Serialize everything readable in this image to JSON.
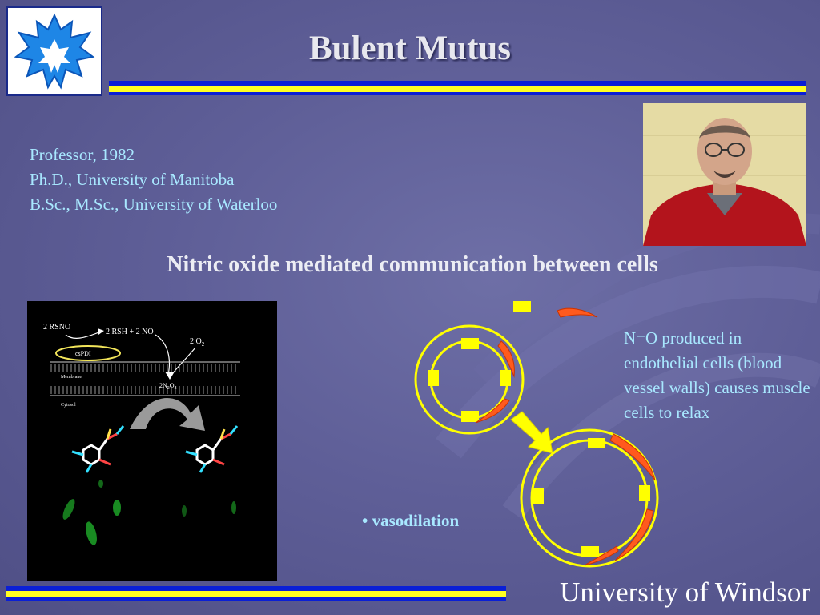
{
  "slide": {
    "title": "Bulent Mutus",
    "credentials": [
      "Professor, 1982",
      "Ph.D., University of Manitoba",
      "B.Sc., M.Sc., University of Waterloo"
    ],
    "subtitle": "Nitric oxide mediated communication between cells",
    "description": "N=O  produced in endothelial cells (blood vessel walls) causes muscle cells to relax",
    "bullet": "• vasodilation",
    "footer": "University of Windsor"
  },
  "diagram": {
    "rsno": "2  RSNO",
    "rsh_no": "2  RSH  + 2  NO",
    "o2": "2 O",
    "o2_sub": "2",
    "cspdi": "csPDI",
    "membrane": "Membrane",
    "n2o3": "2N",
    "n2o3_sub1": "2",
    "n2o3_o": "O",
    "n2o3_sub2": "3",
    "cytosol": "Cytosol"
  },
  "colors": {
    "accent_blue": "#0a1fd6",
    "accent_yellow": "#ffff22",
    "text_cyan": "#a8e8ff",
    "background": "#5f5f98"
  }
}
